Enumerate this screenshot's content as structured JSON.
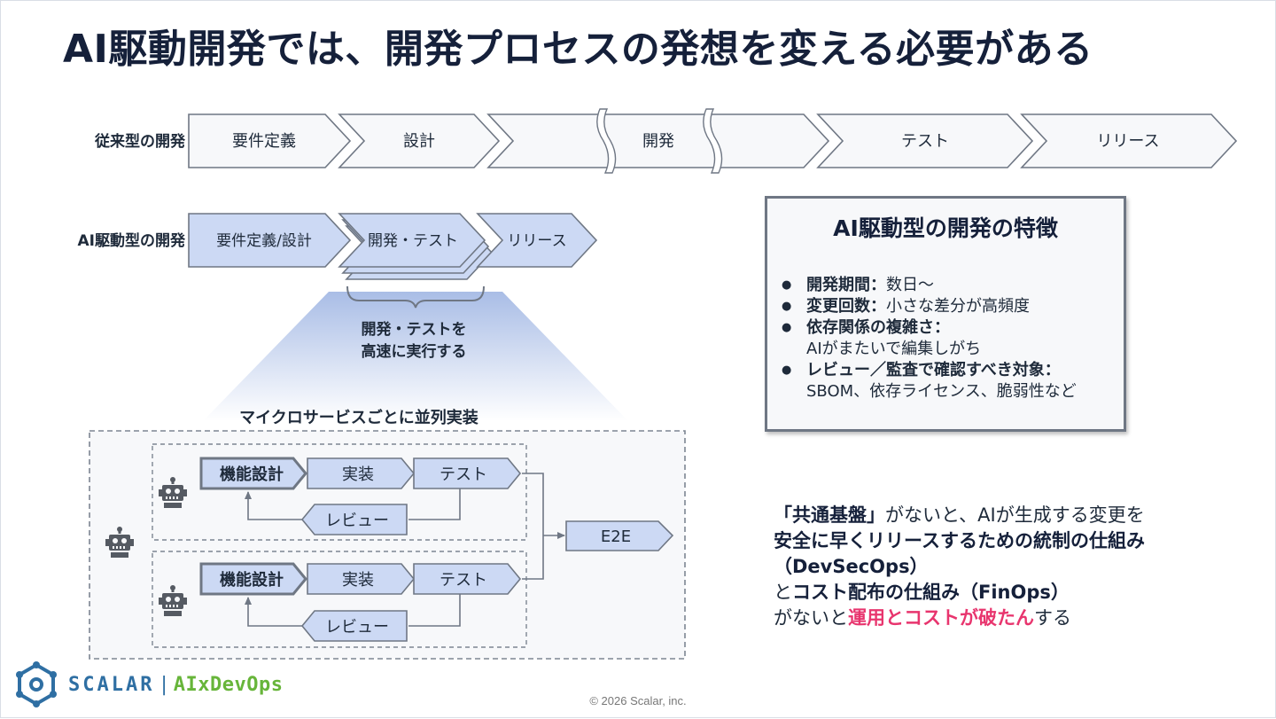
{
  "title": "AI駆動開発では、開発プロセスの発想を変える必要がある",
  "traditional": {
    "label": "従来型の開発",
    "steps": [
      "要件定義",
      "設計",
      "開発",
      "テスト",
      "リリース"
    ]
  },
  "ai_driven": {
    "label": "AI駆動型の開発",
    "steps": [
      "要件定義/設計",
      "開発・テスト",
      "リリース"
    ],
    "note_line1": "開発・テストを",
    "note_line2": "高速に実行する"
  },
  "microservices": {
    "title": "マイクロサービスごとに並列実装",
    "lane1": {
      "design": "機能設計",
      "impl": "実装",
      "test": "テスト",
      "review": "レビュー"
    },
    "lane2": {
      "design": "機能設計",
      "impl": "実装",
      "test": "テスト",
      "review": "レビュー"
    },
    "e2e": "E2E"
  },
  "features": {
    "title": "AI駆動型の開発の特徴",
    "items": [
      {
        "key": "開発期間：",
        "value": "数日〜"
      },
      {
        "key": "変更回数：",
        "value": "小さな差分が高頻度"
      },
      {
        "key": "依存関係の複雑さ：",
        "value": "AIがまたいで編集しがち"
      },
      {
        "key": "レビュー／監査で確認すべき対象：",
        "value": "SBOM、依存ライセンス、脆弱性など"
      }
    ]
  },
  "summary": {
    "p1": "「共通基盤」",
    "p2": "がないと、AIが生成する変更を",
    "p3": "安全に早くリリースするための統制の仕組み（DevSecOps）",
    "p4": "と",
    "p5": "コスト配布の仕組み（FinOps）",
    "p6": "がないと",
    "p7": "運用とコストが破たん",
    "p8": "する"
  },
  "logo": {
    "brand": "SCALAR",
    "product": "AIxDevOps"
  },
  "copyright": "© 2026 Scalar, inc.",
  "colors": {
    "title": "#15203a",
    "chevron_light": "#f7f8fa",
    "chevron_blue": "#ccd9f4",
    "border": "#6f7784",
    "highlight": "#e8356e",
    "logo_blue": "#2f6fa3",
    "logo_green": "#67b53a"
  },
  "icons": [
    "robot-icon",
    "scalar-logo-icon"
  ]
}
